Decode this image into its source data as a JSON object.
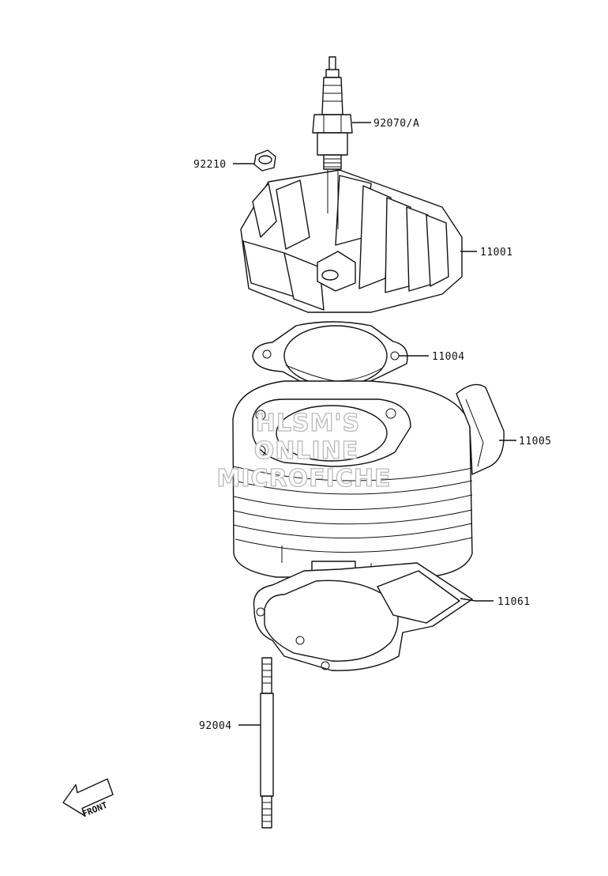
{
  "parts": {
    "spark_plug": "92070/A",
    "nut": "92210",
    "cylinder_head": "11001",
    "head_gasket": "11004",
    "cylinder": "11005",
    "base_gasket": "11061",
    "stud": "92004"
  },
  "watermark": {
    "line1": "HLSM'S",
    "line2": "ONLINE",
    "line3": "MICROFICHE"
  },
  "front_arrow": "FRONT"
}
